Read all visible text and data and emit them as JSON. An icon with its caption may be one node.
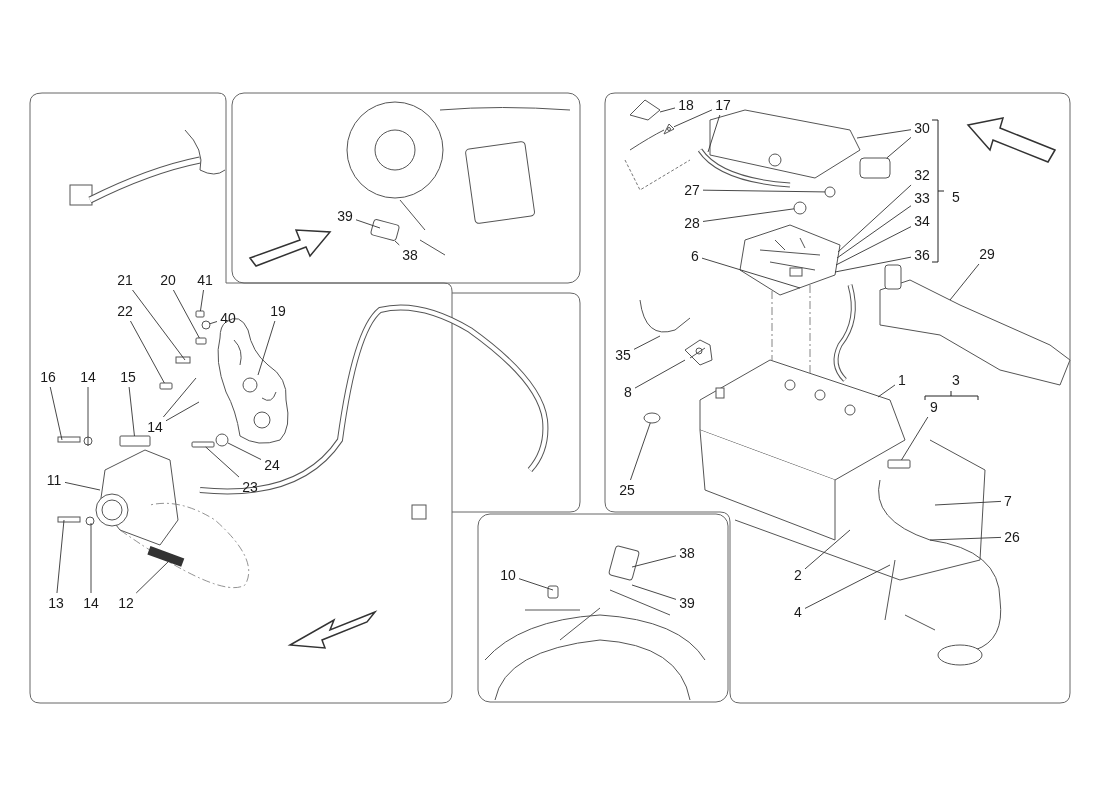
{
  "diagram": {
    "nodes": [
      {
        "text": [
          "18"
        ]
      },
      {
        "text": [
          "17"
        ]
      },
      {
        "text": [
          "30"
        ]
      },
      {
        "text": [
          "39"
        ]
      },
      {
        "text": [
          "38"
        ]
      },
      {
        "text": [
          "27"
        ]
      },
      {
        "text": [
          "32"
        ]
      },
      {
        "text": [
          "33"
        ]
      },
      {
        "text": [
          "34"
        ]
      },
      {
        "text": [
          "28"
        ]
      },
      {
        "text": [
          "6"
        ]
      },
      {
        "text": [
          "36"
        ]
      },
      {
        "text": [
          "29"
        ]
      },
      {
        "text": [
          "21"
        ]
      },
      {
        "text": [
          "20"
        ]
      },
      {
        "text": [
          "41"
        ]
      },
      {
        "text": [
          "40"
        ]
      },
      {
        "text": [
          "19"
        ]
      },
      {
        "text": [
          "22"
        ]
      },
      {
        "text": [
          "35"
        ]
      },
      {
        "text": [
          "16"
        ]
      },
      {
        "text": [
          "14"
        ]
      },
      {
        "text": [
          "15"
        ]
      },
      {
        "text": [
          "1"
        ]
      },
      {
        "text": [
          "8"
        ]
      },
      {
        "text": [
          "9"
        ]
      },
      {
        "text": [
          "14"
        ]
      },
      {
        "text": [
          "24"
        ]
      },
      {
        "text": [
          "11"
        ]
      },
      {
        "text": [
          "23"
        ]
      },
      {
        "text": [
          "25"
        ]
      },
      {
        "text": [
          "7"
        ]
      },
      {
        "text": [
          "26"
        ]
      },
      {
        "text": [
          "38"
        ]
      },
      {
        "text": [
          "2"
        ]
      },
      {
        "text": [
          "10"
        ]
      },
      {
        "text": [
          "39"
        ]
      },
      {
        "text": [
          "13"
        ]
      },
      {
        "text": [
          "14"
        ]
      },
      {
        "text": [
          "12"
        ]
      },
      {
        "text": [
          "4"
        ]
      },
      {
        "text": [],
        "shape": "box"
      },
      {
        "text": [],
        "shape": "box"
      },
      {
        "text": [],
        "shape": "box"
      },
      {
        "text": [],
        "shape": "box"
      },
      {
        "text": [],
        "shape": "box"
      },
      {
        "text": [],
        "shape": "picture"
      },
      {
        "text": [],
        "shape": "circle"
      },
      {
        "text": [],
        "shape": "circle"
      },
      {
        "text": [],
        "shape": "picture"
      },
      {
        "text": [],
        "shape": "box"
      },
      {
        "text": [],
        "shape": "picture"
      },
      {
        "text": [],
        "shape": "picture"
      },
      {
        "text": [],
        "shape": "box"
      },
      {
        "text": [],
        "shape": "circle"
      },
      {
        "text": [],
        "shape": "circle"
      },
      {
        "text": [],
        "shape": "circle"
      }
    ],
    "edges": [
      {
        "from": 0,
        "to": null,
        "arrow": "none"
      },
      {
        "from": 1,
        "to": 49,
        "arrow": "none"
      },
      {
        "from": 1,
        "to": null,
        "arrow": "none"
      },
      {
        "from": 2,
        "to": null,
        "arrow": "none"
      },
      {
        "from": 2,
        "to": 50,
        "arrow": "none"
      },
      {
        "from": 3,
        "to": null,
        "arrow": "none"
      },
      {
        "from": 4,
        "to": null,
        "arrow": "none"
      },
      {
        "from": 5,
        "to": 48,
        "arrow": "none"
      },
      {
        "from": 6,
        "to": 51,
        "arrow": "none"
      },
      {
        "from": 7,
        "to": 51,
        "arrow": "none"
      },
      {
        "from": 8,
        "to": 51,
        "arrow": "none"
      },
      {
        "from": 9,
        "to": 47,
        "arrow": "none"
      },
      {
        "from": 10,
        "to": 51,
        "arrow": "none"
      },
      {
        "from": 11,
        "to": 51,
        "arrow": "none"
      },
      {
        "from": 12,
        "to": null,
        "arrow": "none"
      },
      {
        "from": 13,
        "to": null,
        "arrow": "none"
      },
      {
        "from": 14,
        "to": 44,
        "arrow": "none"
      },
      {
        "from": 15,
        "to": 45,
        "arrow": "none"
      },
      {
        "from": 16,
        "to": 54,
        "arrow": "none"
      },
      {
        "from": 17,
        "to": null,
        "arrow": "none"
      },
      {
        "from": 18,
        "to": 42,
        "arrow": "none"
      },
      {
        "from": 19,
        "to": null,
        "arrow": "none"
      },
      {
        "from": 20,
        "to": null,
        "arrow": "none"
      },
      {
        "from": 21,
        "to": null,
        "arrow": "none"
      },
      {
        "from": 22,
        "to": 41,
        "arrow": "none"
      },
      {
        "from": 23,
        "to": 52,
        "arrow": "none"
      },
      {
        "from": 24,
        "to": 46,
        "arrow": "none"
      },
      {
        "from": 25,
        "to": 53,
        "arrow": "none"
      },
      {
        "from": 26,
        "to": null,
        "arrow": "none"
      },
      {
        "from": 26,
        "to": null,
        "arrow": "none"
      },
      {
        "from": 27,
        "to": 55,
        "arrow": "none"
      },
      {
        "from": 28,
        "to": null,
        "arrow": "none"
      },
      {
        "from": 29,
        "to": 43,
        "arrow": "none"
      },
      {
        "from": 30,
        "to": 56,
        "arrow": "none"
      },
      {
        "from": 31,
        "to": null,
        "arrow": "none"
      },
      {
        "from": 32,
        "to": null,
        "arrow": "none"
      },
      {
        "from": 33,
        "to": null,
        "arrow": "none"
      },
      {
        "from": 34,
        "to": null,
        "arrow": "none"
      },
      {
        "from": 35,
        "to": null,
        "arrow": "none"
      },
      {
        "from": 36,
        "to": null,
        "arrow": "none"
      },
      {
        "from": 37,
        "to": null,
        "arrow": "none"
      },
      {
        "from": 38,
        "to": null,
        "arrow": "none"
      },
      {
        "from": 39,
        "to": null,
        "arrow": "none"
      },
      {
        "from": 40,
        "to": null,
        "arrow": "none"
      },
      {
        "from": 51,
        "to": 52,
        "arrow": "none",
        "style": "dashed"
      },
      {
        "from": 51,
        "to": 52,
        "arrow": "none",
        "style": "dashed"
      }
    ],
    "labels": [
      "5",
      "3"
    ]
  }
}
